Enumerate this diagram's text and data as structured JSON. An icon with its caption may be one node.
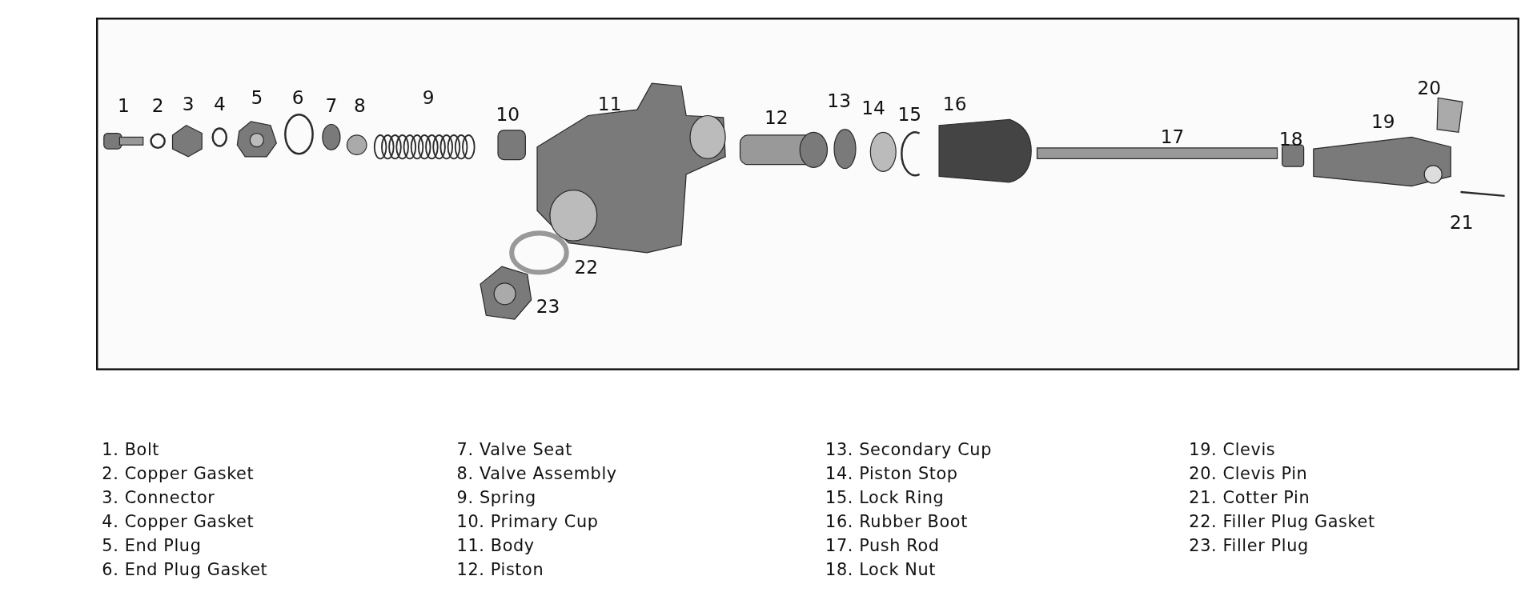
{
  "diagram": {
    "labels": [
      "1",
      "2",
      "3",
      "4",
      "5",
      "6",
      "7",
      "8",
      "9",
      "10",
      "11",
      "12",
      "13",
      "14",
      "15",
      "16",
      "20",
      "17",
      "18",
      "19",
      "21",
      "22",
      "23",
      "1. Bolt",
      "2. Copper Gasket",
      "3. Connector",
      "4. Copper Gasket",
      "5. End Plug",
      "6. End Plug Gasket",
      "7. Valve Seat",
      "8. Valve Assembly",
      "9. Spring",
      "10. Primary Cup",
      "11. Body",
      "12. Piston",
      "13. Secondary Cup",
      "14. Piston Stop",
      "15. Lock Ring",
      "16. Rubber Boot",
      "17. Push Rod",
      "18. Lock Nut",
      "19. Clevis",
      "20. Clevis Pin",
      "21. Cotter Pin",
      "22. Filler Plug Gasket",
      "23. Filler Plug"
    ]
  }
}
